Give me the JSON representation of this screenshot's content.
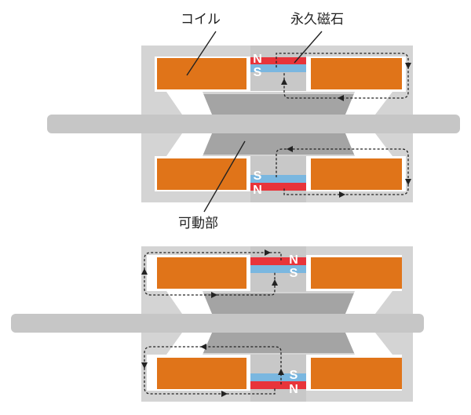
{
  "labels": {
    "coil": "コイル",
    "magnet": "永久磁石",
    "mover": "可動部"
  },
  "poles": {
    "north": "N",
    "south": "S"
  },
  "colors": {
    "housing": "#d4d4d4",
    "gap": "#ffffff",
    "coil": "#e07419",
    "coil_edge": "#ffffff",
    "magnet_north": "#e8343a",
    "magnet_south": "#7ab7e0",
    "magnet_block": "#c8c8c8",
    "shaft": "#c6c6c6",
    "plunger": "#a4a4a4",
    "text": "#222222"
  },
  "states": [
    {
      "name": "upper-position",
      "upper_magnet_top": "N",
      "upper_magnet_bottom": "S",
      "lower_magnet_top": "S",
      "lower_magnet_bottom": "N"
    },
    {
      "name": "lower-position",
      "upper_magnet_top": "N",
      "upper_magnet_bottom": "S",
      "lower_magnet_top": "S",
      "lower_magnet_bottom": "N"
    }
  ]
}
